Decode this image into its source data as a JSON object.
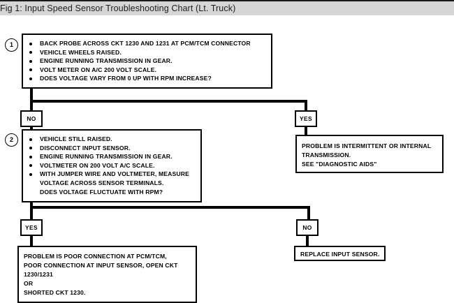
{
  "title_bar": {
    "text": "Fig 1: Input Speed Sensor Troubleshooting Chart (Lt. Truck)"
  },
  "flowchart": {
    "steps": [
      {
        "number": "1",
        "bullets": [
          "BACK PROBE ACROSS CKT 1230 AND 1231 AT PCM/TCM CONNECTOR",
          "VEHICLE WHEELS RAISED.",
          "ENGINE RUNNING TRANSMISSION IN GEAR.",
          "VOLT METER ON A/C 200 VOLT SCALE.",
          "DOES VOLTAGE VARY FROM 0 UP WITH RPM INCREASE?"
        ]
      },
      {
        "number": "2",
        "bullets": [
          "VEHICLE STILL RAISED.",
          "DISCONNECT INPUT SENSOR.",
          "ENGINE RUNNING TRANSMISSION IN GEAR.",
          "VOLTMETER ON 200 VOLT A/C SCALE.",
          "WITH JUMPER WIRE AND VOLTMETER, MEASURE"
        ],
        "continuation": [
          "VOLTAGE ACROSS SENSOR TERMINALS.",
          "DOES VOLTAGE FLUCTUATE WITH RPM?"
        ]
      }
    ],
    "decisions": {
      "step1_no": "NO",
      "step1_yes": "YES",
      "step2_yes": "YES",
      "step2_no": "NO"
    },
    "outcomes": {
      "intermittent": [
        "PROBLEM IS INTERMITTENT OR INTERNAL",
        "TRANSMISSION.",
        "SEE \"DIAGNOSTIC AIDS\""
      ],
      "poor_connection": [
        "PROBLEM IS POOR CONNECTION AT PCM/TCM,",
        "POOR CONNECTION AT INPUT SENSOR, OPEN CKT",
        "1230/1231",
        "OR",
        "SHORTED CKT 1230."
      ],
      "replace_sensor": [
        "REPLACE INPUT SENSOR."
      ]
    }
  }
}
